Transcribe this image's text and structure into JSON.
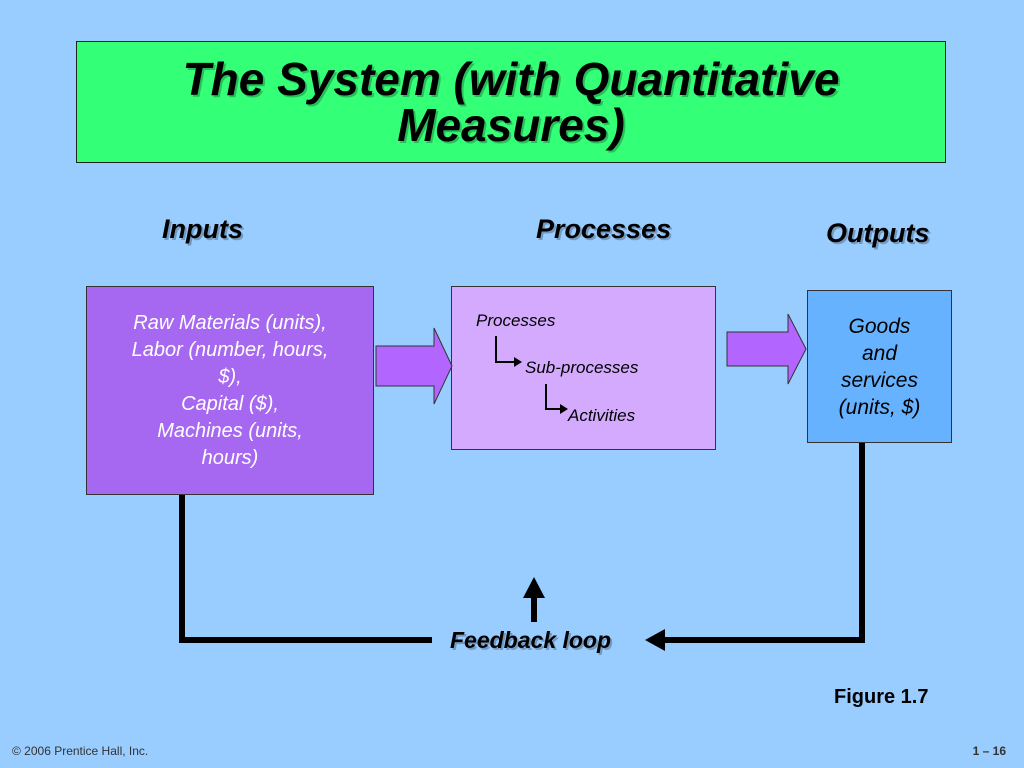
{
  "slide": {
    "title": "The System (with Quantitative Measures)",
    "figure_label": "Figure 1.7",
    "copyright": "© 2006 Prentice Hall, Inc.",
    "page_number": "1 – 16"
  },
  "columns": {
    "inputs": {
      "heading": "Inputs",
      "lines": [
        "Raw Materials (units),",
        "Labor (number, hours,",
        "$),",
        "Capital ($),",
        "Machines (units,",
        "hours)"
      ]
    },
    "processes": {
      "heading": "Processes",
      "items": [
        "Processes",
        "Sub-processes",
        "Activities"
      ]
    },
    "outputs": {
      "heading": "Outputs",
      "lines": [
        "Goods",
        "and",
        "services",
        "(units, $)"
      ]
    }
  },
  "feedback": {
    "label": "Feedback loop"
  },
  "colors": {
    "background": "#99CCFF",
    "title_box": "#33FF77",
    "inputs_box": "#A668F0",
    "processes_box": "#D4AAFF",
    "outputs_box": "#66B2FF",
    "flow_arrow": "#B366FF"
  }
}
